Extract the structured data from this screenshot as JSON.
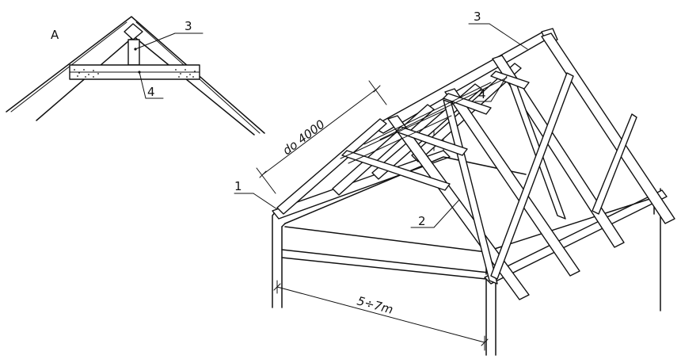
{
  "detail": {
    "label": "A",
    "callout_top": "3",
    "callout_bottom": "4"
  },
  "main": {
    "callout_1": "1",
    "callout_2": "2",
    "callout_3": "3",
    "callout_4": "4",
    "dim_length": "do  4000",
    "dim_span": "5÷7m"
  },
  "colors": {
    "line": "#111111",
    "background": "#ffffff"
  }
}
